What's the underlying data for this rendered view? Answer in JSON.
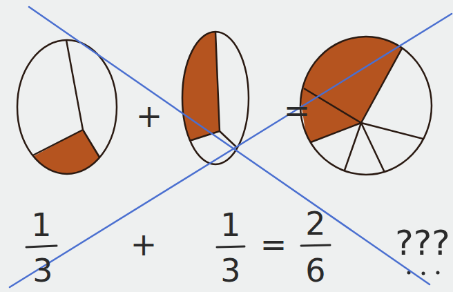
{
  "diagram": {
    "labels": [
      "+",
      "=",
      "1",
      "3",
      "+",
      "1",
      "3",
      "=",
      "2",
      "6",
      "???"
    ]
  }
}
